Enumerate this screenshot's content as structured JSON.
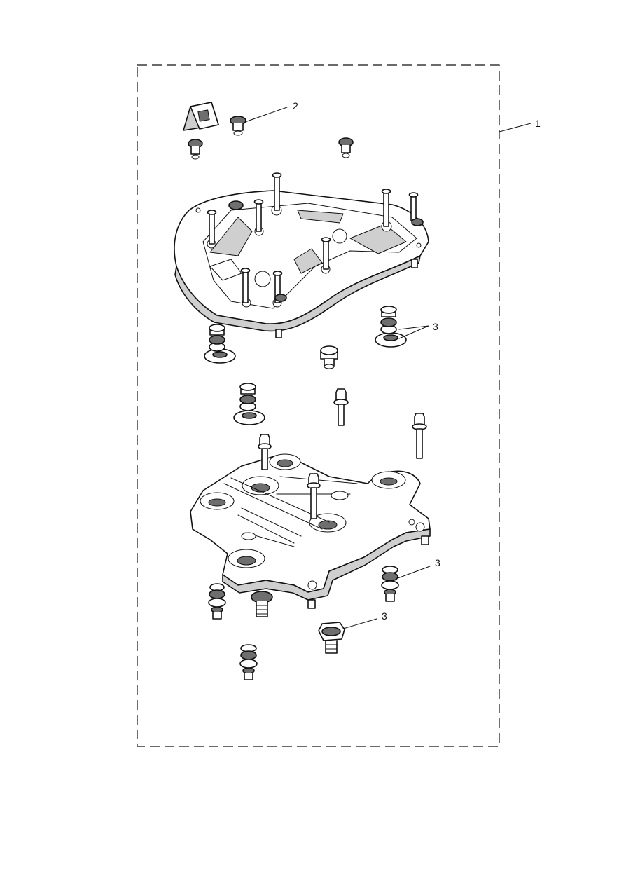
{
  "callouts": {
    "kit_label": "1",
    "pad_label": "2",
    "isolator_label_a": "3",
    "isolator_label_b": "3",
    "isolator_label_c": "3"
  },
  "colors": {
    "line": "#111111",
    "shade": "#cfcfcf",
    "dark_shade": "#6e6e6e",
    "background": "#ffffff"
  }
}
